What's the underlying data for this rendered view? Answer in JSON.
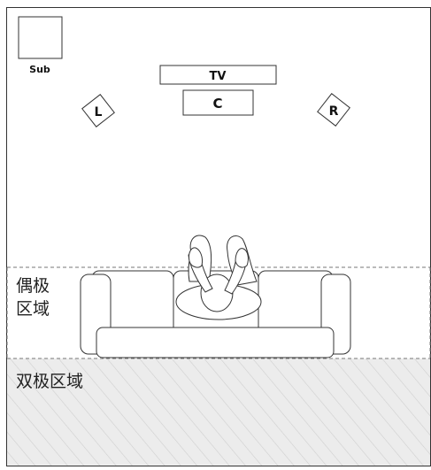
{
  "speakers": {
    "sub": "Sub",
    "tv": "TV",
    "center": "C",
    "left": "L",
    "right": "R"
  },
  "zones": {
    "dipole_line1": "偶极",
    "dipole_line2": "区域",
    "bipole": "双极区域"
  },
  "colors": {
    "line": "#333333",
    "dashed": "#777777",
    "hatch_bg": "#ececec",
    "hatch_line": "#cfcfcf"
  }
}
